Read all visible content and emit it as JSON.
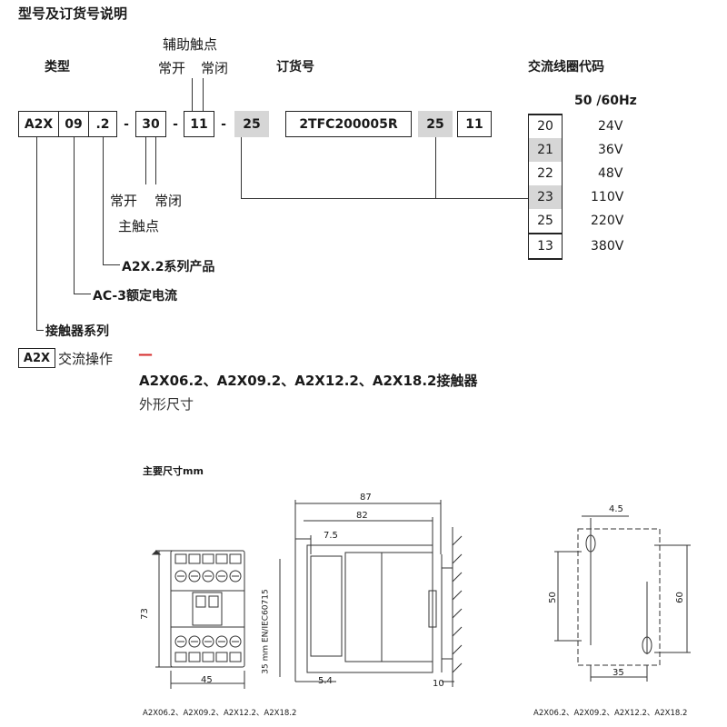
{
  "header": {
    "section_title": "型号及订货号说明",
    "col_type": "类型",
    "aux_contact": "辅助触点",
    "aux_no": "常开",
    "aux_nc": "常闭",
    "col_order": "订货号",
    "col_coil": "交流线圈代码"
  },
  "model": {
    "series": "A2X",
    "current": "09",
    "suffix": ".2",
    "dash": "-",
    "main": "30",
    "aux": "11",
    "coil": "25"
  },
  "order": {
    "number": "2TFC200005R",
    "coil": "25",
    "aux": "11"
  },
  "main_contact": {
    "no": "常开",
    "nc": "常闭",
    "label": "主触点"
  },
  "annotations": {
    "series_product": "A2X.2系列产品",
    "ac3_current": "AC-3额定电流",
    "contactor_series": "接触器系列",
    "a2x_box": "A2X",
    "ac_operation": "交流操作"
  },
  "coil_table": {
    "header": "50 /60Hz",
    "rows": [
      {
        "code": "20",
        "voltage": "24V",
        "shaded": false
      },
      {
        "code": "21",
        "voltage": "36V",
        "shaded": true
      },
      {
        "code": "22",
        "voltage": "48V",
        "shaded": false
      },
      {
        "code": "23",
        "voltage": "110V",
        "shaded": true
      },
      {
        "code": "25",
        "voltage": "220V",
        "shaded": false
      },
      {
        "code": "13",
        "voltage": "380V",
        "shaded": false
      }
    ]
  },
  "product": {
    "dash": "—",
    "title": "A2X06.2、A2X09.2、A2X12.2、A2X18.2接触器",
    "subtitle": "外形尺寸"
  },
  "dimensions": {
    "heading": "主要尺寸mm",
    "front_height": "73",
    "front_width": "45",
    "side_total": "87",
    "side_body": "82",
    "side_offset": "7.5",
    "side_foot": "5.4",
    "side_gap": "10",
    "rail_label": "35 mm EN/IEC60715",
    "mount_hole": "4.5",
    "mount_height_inner": "50",
    "mount_height_outer": "60",
    "mount_width": "35",
    "caption_left": "A2X06.2、A2X09.2、A2X12.2、A2X18.2",
    "caption_right": "A2X06.2、A2X09.2、A2X12.2、A2X18.2"
  },
  "colors": {
    "accent_dash": "#d62d2d",
    "shade": "#d6d6d6",
    "line": "#333333"
  }
}
